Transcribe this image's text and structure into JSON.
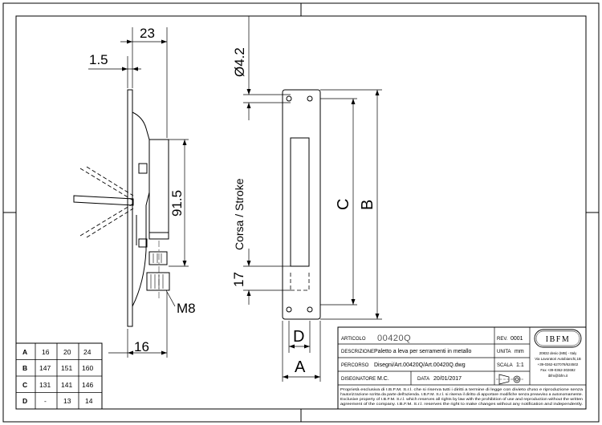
{
  "drawing": {
    "dims": {
      "d23": "23",
      "d1_5": "1.5",
      "d4_2": "Ø4.2",
      "d91_5": "91.5",
      "stroke": "Corsa / Stroke",
      "d17": "17",
      "m8": "M8",
      "d16": "16",
      "C": "C",
      "B": "B",
      "D": "D",
      "A": "A"
    },
    "size_table": {
      "rows": [
        {
          "key": "A",
          "values": [
            "16",
            "20",
            "24"
          ]
        },
        {
          "key": "B",
          "values": [
            "147",
            "151",
            "160"
          ]
        },
        {
          "key": "C",
          "values": [
            "131",
            "141",
            "146"
          ]
        },
        {
          "key": "D",
          "values": [
            "-",
            "13",
            "14"
          ]
        }
      ]
    },
    "title_block": {
      "articolo_label": "ARTICOLO",
      "articolo_value": "00420Q",
      "rev_label": "REV.",
      "rev_value": "0001",
      "descrizione_label": "DESCRIZIONE",
      "descrizione_value": "Paletto a leva per serramenti in metallo",
      "unita_label": "UNITA",
      "unita_value": "mm",
      "percorso_label": "PERCORSO",
      "percorso_value": "Disegni/Art.00420Q/Art.00420Q.dwg",
      "scala_label": "SCALA",
      "scala_value": "1:1",
      "disegnatore_label": "DISEGNATORE",
      "disegnatore_value": "M.C.",
      "data_label": "DATA",
      "data_value": "20/01/2017",
      "logo_text": "IBFM",
      "company": [
        "20832 desio (MB) - Italy",
        "Via Lavoratori Autobianchi,1B",
        "+39-0362-627078/624502",
        "Fax +39-0362-302692",
        "ibfm@ibfm.it"
      ],
      "notice_1": "Proprietà esclusiva di I.B.F.M. S.r.l. che si riserva tutti i diritti a termine di legge con divieto d'uso e riproduzione senza",
      "notice_2": "l'autorizzazione scritta da parte dell'azienda. I.B.F.M. S.r.l. si riserva il diritto di apportare modifiche senza preavviso a autonomamente.",
      "notice_3": "Exclusive property of I.B.F.M. S.r.l. which reserves all rights by law with the prohibition of use and reproduction without the written",
      "notice_4": "agreement of the company. I.B.F.M. S.r.l. reserves the right to make changes without any notification and independently."
    }
  }
}
